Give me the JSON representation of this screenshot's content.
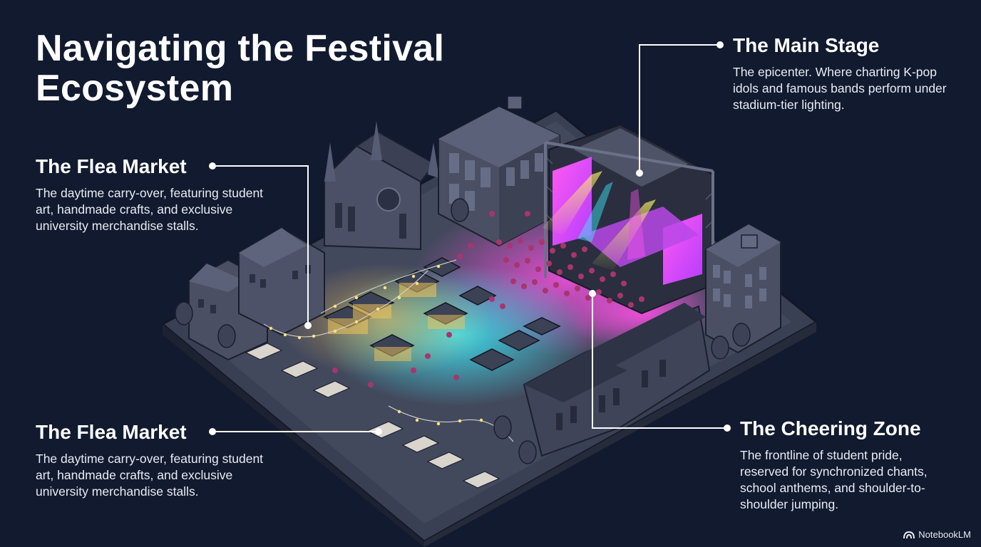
{
  "title": "Navigating the Festival Ecosystem",
  "callouts": {
    "flea_market_top": {
      "heading": "The Flea Market",
      "body": "The daytime carry-over, featuring student art, handmade crafts, and exclusive university merchandise stalls."
    },
    "main_stage": {
      "heading": "The Main Stage",
      "body": "The epicenter. Where charting K-pop idols and famous bands perform under stadium-tier lighting."
    },
    "flea_market_bottom": {
      "heading": "The Flea Market",
      "body": "The daytime carry-over, featuring student art, handmade crafts, and exclusive university merchandise stalls."
    },
    "cheering_zone": {
      "heading": "The Cheering Zone",
      "body": "The frontline of student pride, reserved for synchronized chants, school anthems, and shoulder-to-shoulder jumping."
    }
  },
  "brand": "NotebookLM",
  "colors": {
    "background": "#111a2e",
    "neon_magenta": "#e040d8",
    "neon_cyan": "#34e6f0",
    "neon_yellow": "#f4e84a",
    "stall_light": "#f2c45a"
  }
}
